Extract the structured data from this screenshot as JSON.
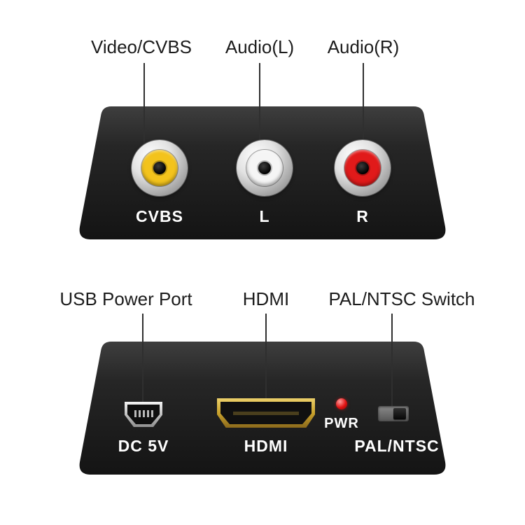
{
  "colors": {
    "cvbs_yellow": "#f3c31c",
    "audio_white": "#f5f5f5",
    "audio_red": "#e11a1a",
    "hdmi_gold": "#c9a22c",
    "led_red": "#e01212"
  },
  "top_section": {
    "callouts": [
      "Video/CVBS",
      "Audio(L)",
      "Audio(R)"
    ],
    "port_labels": {
      "cvbs": "CVBS",
      "left": "L",
      "right": "R"
    }
  },
  "bottom_section": {
    "callouts": [
      "USB Power Port",
      "HDMI",
      "PAL/NTSC Switch"
    ],
    "port_labels": {
      "usb": "DC 5V",
      "hdmi": "HDMI",
      "led": "PWR",
      "switch": "PAL/NTSC"
    }
  }
}
